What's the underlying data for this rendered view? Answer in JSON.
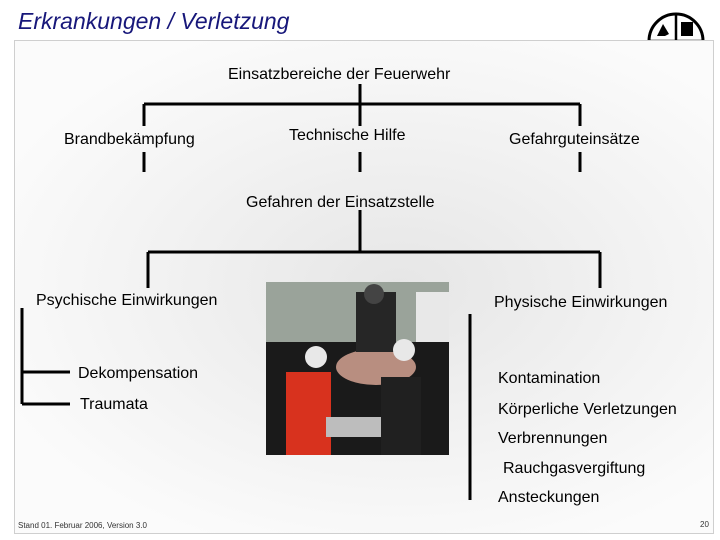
{
  "title": "Erkrankungen / Verletzung",
  "logo": {
    "icon": "fire-department-logo-icon"
  },
  "diagram": {
    "top_heading": "Einsatzbereiche der Feuerwehr",
    "areas": [
      "Brandbekämpfung",
      "Technische Hilfe",
      "Gefahrguteinsätze"
    ],
    "middle_heading": "Gefahren der Einsatzstelle",
    "left_branch": {
      "heading": "Psychische Einwirkungen",
      "items": [
        "Dekompensation",
        "Traumata"
      ]
    },
    "right_branch": {
      "heading": "Physische Einwirkungen",
      "items": [
        "Kontamination",
        "Körperliche Verletzungen",
        "Verbrennungen",
        "Rauchgasvergiftung",
        "Ansteckungen"
      ]
    }
  },
  "photo": {
    "icon": "firefighters-rescue-photo"
  },
  "footer": {
    "stand": "Stand 01. Februar 2006, Version 3.0",
    "page": "20"
  },
  "colors": {
    "title": "#17177a",
    "lines": "#000000"
  }
}
